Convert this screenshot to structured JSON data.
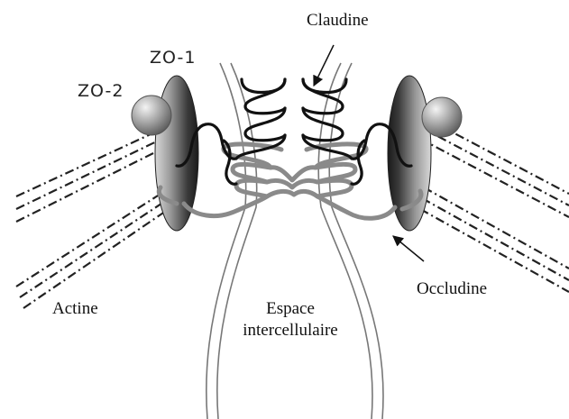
{
  "labels": {
    "claudine": "Claudine",
    "zo1": "ZO-1",
    "zo2": "ZO-2",
    "actine": "Actine",
    "espace_line1": "Espace",
    "espace_line2": "intercellulaire",
    "occludine": "Occludine"
  },
  "colors": {
    "membrane": "#777777",
    "claudin_strand": "#111111",
    "occludin_strand": "#8a8a8a",
    "actin": "#222222",
    "disc_dark": "#2a2a2a",
    "disc_light": "#e2e2e2",
    "sphere": "#9a9a9a"
  },
  "icons": {
    "zo_discs": "zo1-disc-shape",
    "zo2_spheres": "zo2-sphere-shape",
    "arrows": "pointer-arrow"
  }
}
